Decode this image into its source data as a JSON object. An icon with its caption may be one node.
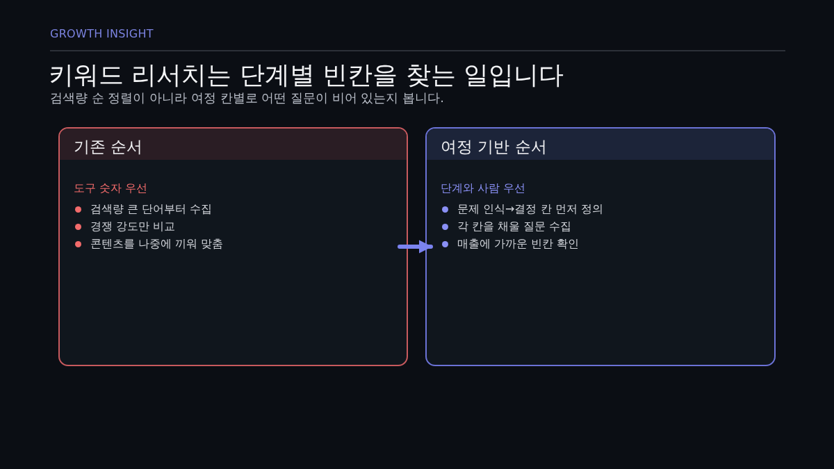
{
  "diagram": {
    "title": "키워드 리서치는 단계별 빈칸을 찾는 일입니다",
    "caption": "검색량 순 정렬이 아니라 여정 칸별로 어떤 질문이 비어 있는지 봅니다.",
    "nodes": [
      {
        "text": [
          "기존 순서",
          "도구 숫자 우선",
          "검색량 큰 단어부터 수집",
          "경쟁 강도만 비교",
          "콘텐츠를 나중에 끼워 맞춤"
        ]
      },
      {
        "text": [
          "여정 기반 순서",
          "단계와 사람 우선",
          "문제 인식→결정 칸 먼저 정의",
          "각 칸을 채울 질문 수집",
          "매출에 가까운 빈칸 확인"
        ]
      }
    ],
    "edges": [
      {
        "from": 0,
        "to": 1,
        "arrow": "to"
      }
    ],
    "labels": [
      "GROWTH INSIGHT"
    ]
  }
}
